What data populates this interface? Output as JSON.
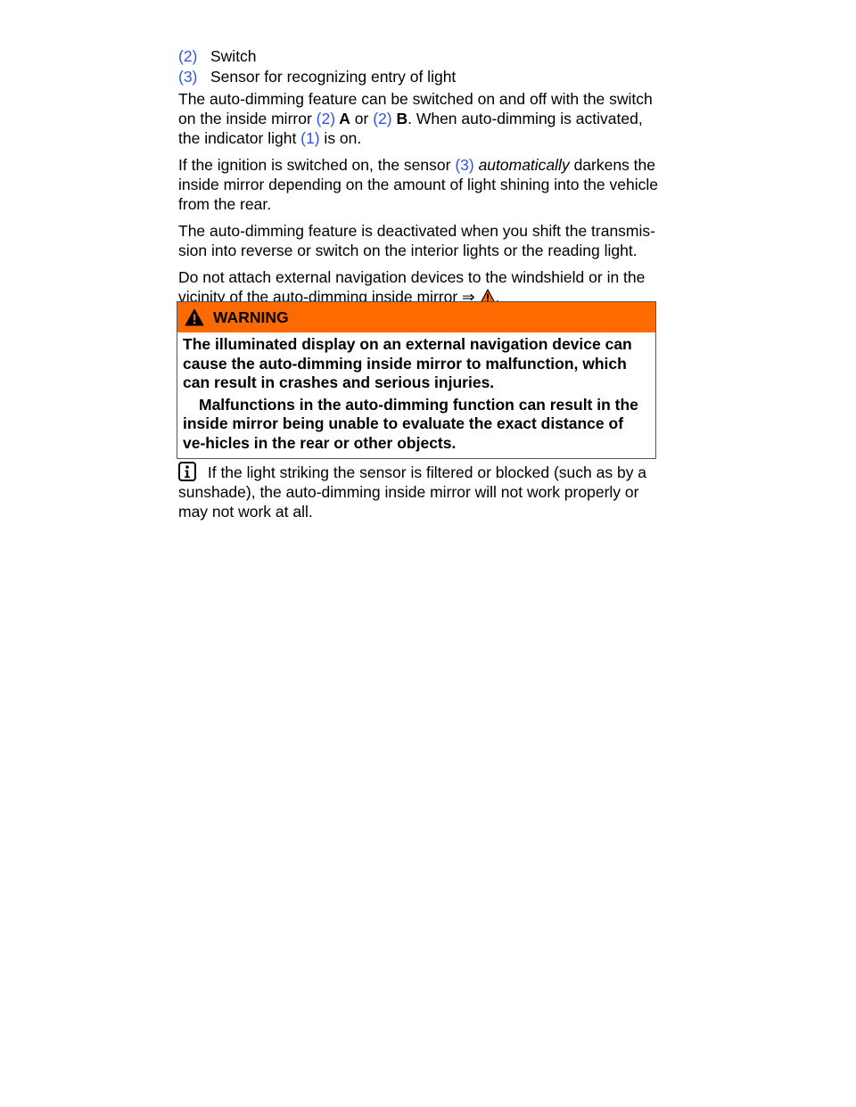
{
  "legend": [
    {
      "num": "(2)",
      "text": "Switch"
    },
    {
      "num": "(3)",
      "text": "Sensor for recognizing entry of light"
    }
  ],
  "para1": {
    "a": "The auto-dimming feature can be switched on and off with the switch on the inside mirror ",
    "ref1": "(2)",
    "b1": " A",
    "c": " or   ",
    "ref2": "(2)",
    "b2": " B",
    "d": ". When auto-dimming is activated, the indicator light ",
    "ref3": "(1)",
    "e": " is on."
  },
  "para2": {
    "a": "If the ignition is switched on, the sensor ",
    "ref": "(3)",
    "em": " automatically",
    "b": " darkens the inside mirror depending on the amount of light shining into the vehicle from the rear."
  },
  "para3": "The auto-dimming feature is deactivated when you shift the transmis-sion into reverse or switch on the interior lights or the reading light.",
  "para4": {
    "a": "Do not attach external navigation devices to the windshield or in the vicinity of the auto-dimming inside mirror ⇒ ",
    "b": "."
  },
  "warning": {
    "title": "WARNING",
    "p1": "The illuminated display on an external navigation device can cause the auto-dimming inside mirror to malfunction, which can result in crashes and serious injuries.",
    "p2": "Malfunctions in the auto-dimming function can result in the inside mirror being unable to evaluate the exact distance of ve-hicles in the rear or other objects."
  },
  "note": " If the light striking the sensor is filtered or blocked (such as by a sunshade), the auto-dimming inside mirror will not work properly or may not work at all.",
  "colors": {
    "accent": "#2f54eb",
    "warning": "#ff6a00"
  }
}
